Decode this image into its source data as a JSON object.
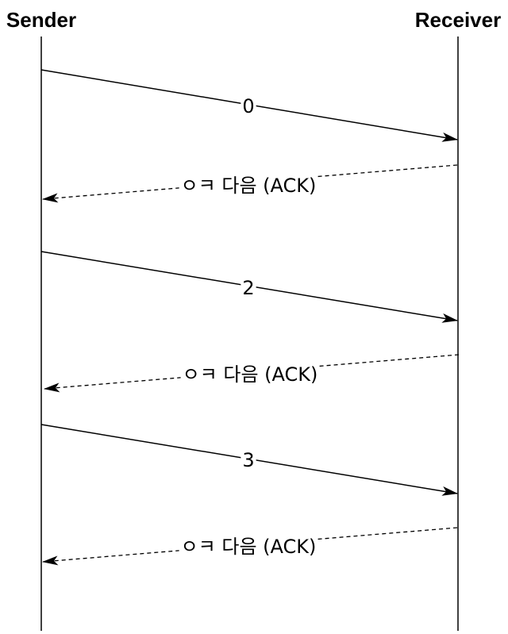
{
  "actors": {
    "sender": "Sender",
    "receiver": "Receiver"
  },
  "messages": [
    {
      "label": "0",
      "direction": "sender-to-receiver",
      "style": "solid"
    },
    {
      "label": "ㅇㅋ 다음 (ACK)",
      "direction": "receiver-to-sender",
      "style": "dashed"
    },
    {
      "label": "2",
      "direction": "sender-to-receiver",
      "style": "solid"
    },
    {
      "label": "ㅇㅋ 다음 (ACK)",
      "direction": "receiver-to-sender",
      "style": "dashed"
    },
    {
      "label": "3",
      "direction": "sender-to-receiver",
      "style": "solid"
    },
    {
      "label": "ㅇㅋ 다음 (ACK)",
      "direction": "receiver-to-sender",
      "style": "dashed"
    }
  ]
}
